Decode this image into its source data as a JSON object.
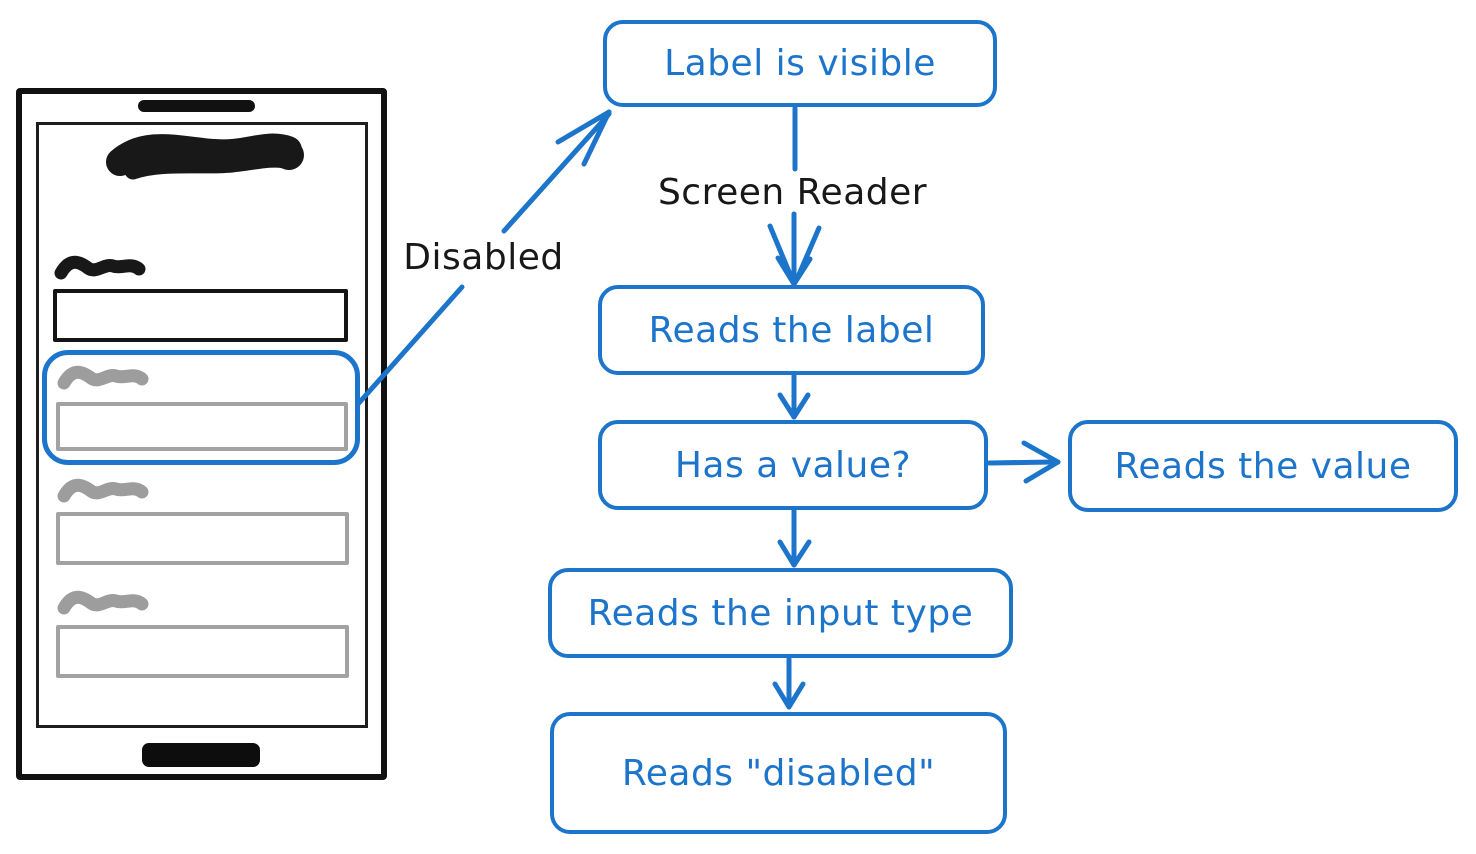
{
  "colors": {
    "accent_blue": "#1c75cb",
    "ink_black": "#181818",
    "disabled_gray": "#9d9d9d"
  },
  "phone": {
    "description": "hand-drawn phone wireframe with a form",
    "fields": [
      {
        "index": 0,
        "style": "active-black",
        "highlighted": false
      },
      {
        "index": 1,
        "style": "disabled-gray",
        "highlighted": true
      },
      {
        "index": 2,
        "style": "disabled-gray",
        "highlighted": false
      },
      {
        "index": 3,
        "style": "disabled-gray",
        "highlighted": false
      }
    ]
  },
  "annotations": {
    "disabled_label": "Disabled",
    "screen_reader_label": "Screen Reader"
  },
  "flowchart": {
    "nodes": [
      {
        "id": "label-visible",
        "label": "Label is visible"
      },
      {
        "id": "reads-label",
        "label": "Reads the label"
      },
      {
        "id": "has-value",
        "label": "Has a value?"
      },
      {
        "id": "reads-value",
        "label": "Reads the value"
      },
      {
        "id": "reads-input-type",
        "label": "Reads the input type"
      },
      {
        "id": "reads-disabled",
        "label": "Reads \"disabled\""
      }
    ],
    "edges": [
      {
        "from": "highlighted-disabled-field",
        "to": "label-visible",
        "label": "Disabled"
      },
      {
        "from": "label-visible",
        "to": "reads-label",
        "label": "Screen Reader"
      },
      {
        "from": "reads-label",
        "to": "has-value",
        "label": ""
      },
      {
        "from": "has-value",
        "to": "reads-value",
        "label": ""
      },
      {
        "from": "has-value",
        "to": "reads-input-type",
        "label": ""
      },
      {
        "from": "reads-input-type",
        "to": "reads-disabled",
        "label": ""
      }
    ]
  }
}
